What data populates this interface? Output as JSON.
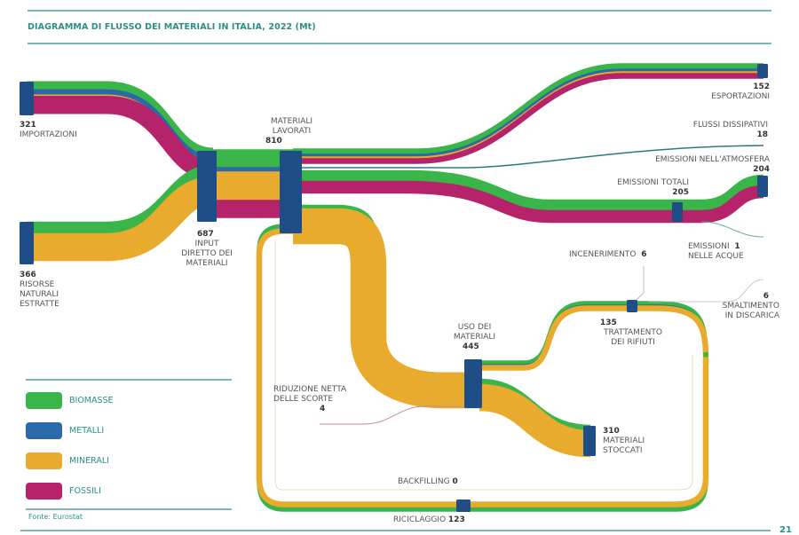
{
  "header": {
    "title": "DIAGRAMMA DI FLUSSO DEI MATERIALI IN ITALIA, 2022 (Mt)"
  },
  "colors": {
    "biomasse": "#39b54a",
    "metalli": "#2a6aa8",
    "minerali": "#e9ab2e",
    "fossili": "#b5236b",
    "node": "#1f4e86",
    "accent": "#2a8f88"
  },
  "legend": [
    {
      "key": "biomasse",
      "label": "BIOMASSE",
      "color": "#39b54a"
    },
    {
      "key": "metalli",
      "label": "METALLI",
      "color": "#2a6aa8"
    },
    {
      "key": "minerali",
      "label": "MINERALI",
      "color": "#e9ab2e"
    },
    {
      "key": "fossili",
      "label": "FOSSILI",
      "color": "#b5236b"
    }
  ],
  "source": "Fonte: Eurostat",
  "page_number": "21",
  "chart_data": {
    "type": "sankey",
    "title": "DIAGRAMMA DI FLUSSO DEI MATERIALI IN ITALIA, 2022 (Mt)",
    "unit": "Mt",
    "nodes": [
      {
        "id": "importazioni",
        "label": "IMPORTAZIONI",
        "value": 321
      },
      {
        "id": "risorse",
        "label": "RISORSE NATURALI ESTRATTE",
        "value": 366
      },
      {
        "id": "input",
        "label": "INPUT DIRETTO DEI MATERIALI",
        "value": 687
      },
      {
        "id": "lavorati",
        "label": "MATERIALI LAVORATI",
        "value": 810
      },
      {
        "id": "esportazioni",
        "label": "ESPORTAZIONI",
        "value": 152
      },
      {
        "id": "dissipativi",
        "label": "FLUSSI DISSIPATIVI",
        "value": 18
      },
      {
        "id": "atmosfera",
        "label": "EMISSIONI NELL'ATMOSFERA",
        "value": 204
      },
      {
        "id": "emissioni_totali",
        "label": "EMISSIONI TOTALI",
        "value": 205
      },
      {
        "id": "acque",
        "label": "EMISSIONI NELLE ACQUE",
        "value": 1
      },
      {
        "id": "incenerimento",
        "label": "INCENERIMENTO",
        "value": 6
      },
      {
        "id": "discarica",
        "label": "SMALTIMENTO IN DISCARICA",
        "value": 6
      },
      {
        "id": "trattamento",
        "label": "TRATTAMENTO DEI RIFIUTI",
        "value": 135
      },
      {
        "id": "uso",
        "label": "USO DEI MATERIALI",
        "value": 445
      },
      {
        "id": "scorte",
        "label": "RIDUZIONE NETTA DELLE SCORTE",
        "value": 4
      },
      {
        "id": "stoccati",
        "label": "MATERIALI STOCCATI",
        "value": 310
      },
      {
        "id": "backfilling",
        "label": "BACKFILLING",
        "value": 0
      },
      {
        "id": "riciclaggio",
        "label": "RICICLAGGIO",
        "value": 123
      }
    ],
    "links": [
      {
        "source": "importazioni",
        "target": "input",
        "value": 321
      },
      {
        "source": "risorse",
        "target": "input",
        "value": 366
      },
      {
        "source": "input",
        "target": "lavorati",
        "value": 687
      },
      {
        "source": "riciclaggio",
        "target": "lavorati",
        "value": 123
      },
      {
        "source": "lavorati",
        "target": "esportazioni",
        "value": 152
      },
      {
        "source": "lavorati",
        "target": "dissipativi",
        "value": 18
      },
      {
        "source": "lavorati",
        "target": "emissioni_totali",
        "value": 205
      },
      {
        "source": "lavorati",
        "target": "uso",
        "value": 445
      },
      {
        "source": "emissioni_totali",
        "target": "atmosfera",
        "value": 204
      },
      {
        "source": "emissioni_totali",
        "target": "acque",
        "value": 1
      },
      {
        "source": "scorte",
        "target": "uso",
        "value": 4
      },
      {
        "source": "uso",
        "target": "trattamento",
        "value": 135
      },
      {
        "source": "uso",
        "target": "stoccati",
        "value": 310
      },
      {
        "source": "trattamento",
        "target": "incenerimento",
        "value": 6
      },
      {
        "source": "trattamento",
        "target": "discarica",
        "value": 6
      },
      {
        "source": "trattamento",
        "target": "riciclaggio",
        "value": 123
      },
      {
        "source": "trattamento",
        "target": "backfilling",
        "value": 0
      }
    ]
  },
  "labels": {
    "importazioni": {
      "value": "321",
      "text": "IMPORTAZIONI"
    },
    "risorse": {
      "value": "366",
      "text1": "RISORSE",
      "text2": "NATURALI",
      "text3": "ESTRATTE"
    },
    "input": {
      "value": "687",
      "text1": "INPUT",
      "text2": "DIRETTO DEI",
      "text3": "MATERIALI"
    },
    "lavorati": {
      "value": "810",
      "text1": "MATERIALI",
      "text2": "LAVORATI"
    },
    "esportazioni": {
      "value": "152",
      "text": "ESPORTAZIONI"
    },
    "dissipativi": {
      "value": "18",
      "text": "FLUSSI DISSIPATIVI"
    },
    "atmosfera": {
      "value": "204",
      "text": "EMISSIONI NELL'ATMOSFERA"
    },
    "emissioni_totali": {
      "value": "205",
      "text": "EMISSIONI TOTALI"
    },
    "acque": {
      "value": "1",
      "text1": "EMISSIONI",
      "text2": "NELLE ACQUE"
    },
    "incenerimento": {
      "value": "6",
      "text": "INCENERIMENTO"
    },
    "discarica": {
      "value": "6",
      "text1": "SMALTIMENTO",
      "text2": "IN DISCARICA"
    },
    "trattamento": {
      "value": "135",
      "text1": "TRATTAMENTO",
      "text2": "DEI RIFIUTI"
    },
    "uso": {
      "value": "445",
      "text1": "USO DEI",
      "text2": "MATERIALI"
    },
    "scorte": {
      "value": "4",
      "text1": "RIDUZIONE NETTA",
      "text2": "DELLE SCORTE"
    },
    "stoccati": {
      "value": "310",
      "text1": "MATERIALI",
      "text2": "STOCCATI"
    },
    "backfilling": {
      "value": "0",
      "text": "BACKFILLING"
    },
    "riciclaggio": {
      "value": "123",
      "text": "RICICLAGGIO"
    }
  }
}
